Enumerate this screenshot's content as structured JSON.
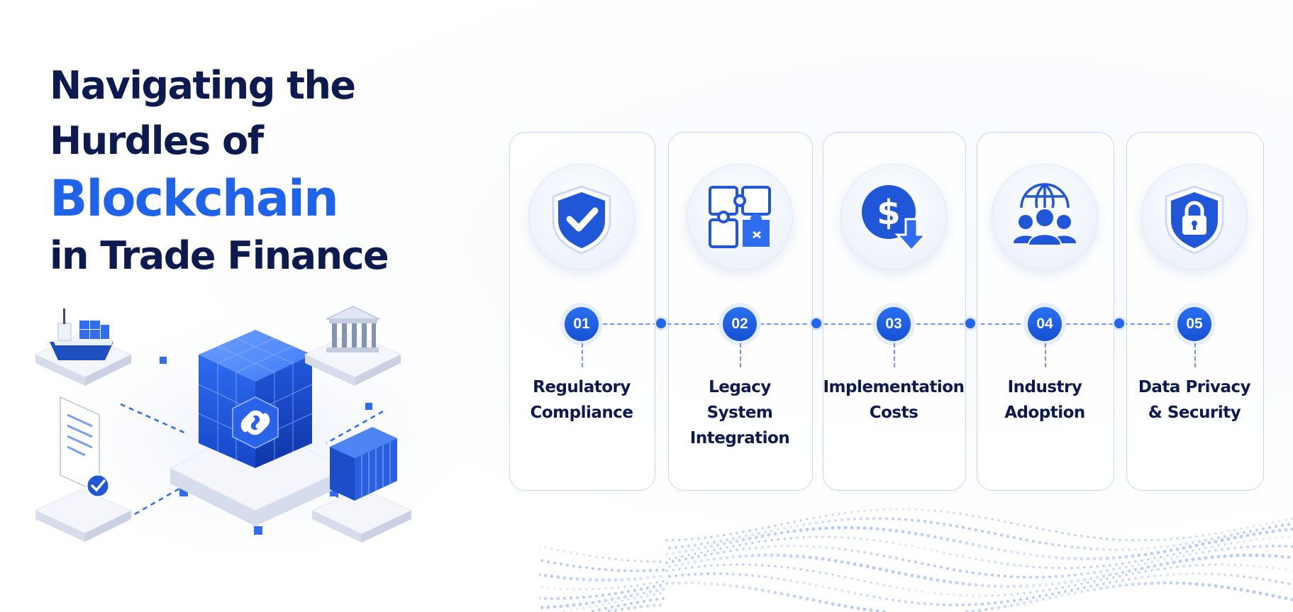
{
  "title": {
    "line1": "Navigating the",
    "line2": "Hurdles of",
    "line3": "Blockchain",
    "line4": "in Trade Finance"
  },
  "colors": {
    "navy": "#0d1a4f",
    "accent": "#1f63ea",
    "card_border": "#c7d5f6"
  },
  "steps": [
    {
      "number": "01",
      "label": "Regulatory\nCompliance",
      "icon": "shield-check-icon"
    },
    {
      "number": "02",
      "label": "Legacy\nSystem\nIntegration",
      "icon": "puzzle-icon"
    },
    {
      "number": "03",
      "label": "Implementation\nCosts",
      "icon": "dollar-down-icon"
    },
    {
      "number": "04",
      "label": "Industry\nAdoption",
      "icon": "people-globe-icon"
    },
    {
      "number": "05",
      "label": "Data Privacy\n& Security",
      "icon": "shield-lock-icon"
    }
  ],
  "illustration": {
    "center": "blockchain-cube-icon",
    "nodes": [
      "cargo-ship-icon",
      "bank-icon",
      "document-check-icon",
      "shipping-container-icon"
    ]
  }
}
